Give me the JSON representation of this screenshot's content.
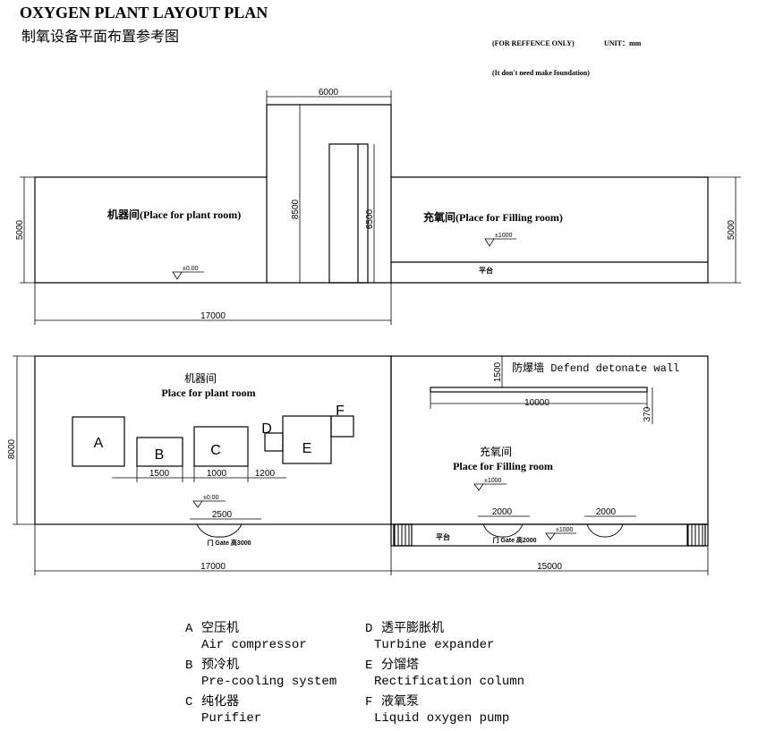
{
  "header": {
    "title_en": "OXYGEN PLANT LAYOUT PLAN",
    "title_cn": "制氧设备平面布置参考图",
    "note_reference": "(FOR REFFENCE ONLY)",
    "note_unit": "UNIT：mm",
    "note_foundation": "(It don't need make foundation)"
  },
  "elevation_view": {
    "dim_top_width": "6000",
    "dim_left_height": "5000",
    "dim_right_height": "5000",
    "dim_tower_outer": "8500",
    "dim_tower_inner": "6500",
    "dim_bottom_width": "17000",
    "plant_room_label": "机器间(Place for plant room)",
    "filling_room_label": "充氧间(Place for Filling room)",
    "level_plant": "±0.00",
    "level_filling": "±1000",
    "platform_label": "平台"
  },
  "plan_view": {
    "dim_left_height": "8000",
    "plant_room_label_cn": "机器间",
    "plant_room_label_en": "Place for plant room",
    "filling_room_label_cn": "充氧间",
    "filling_room_label_en": "Place for Filling room",
    "wall_label": "防爆墙 Defend detonate wall",
    "dim_wall_height": "1500",
    "dim_wall_length": "10000",
    "dim_wall_offset": "370",
    "equipment": {
      "a": "A",
      "b": "B",
      "c": "C",
      "d": "D",
      "e": "E",
      "f": "F"
    },
    "dim_b": "1500",
    "dim_c": "1000",
    "dim_gap": "1200",
    "level_plant": "±0.00",
    "level_filling_room": "±1000",
    "level_filling_gate": "±1000",
    "dim_gate_plant": "2500",
    "dim_gate_filling_1": "2000",
    "dim_gate_filling_2": "2000",
    "gate_label_plant": "门 Gate  高3000",
    "gate_label_filling": "门 Gate 高2000",
    "platform_label": "平台",
    "dim_bottom_left": "17000",
    "dim_bottom_right": "15000"
  },
  "legend": [
    {
      "code": "A",
      "name_cn": "空压机",
      "name_en": "Air compressor"
    },
    {
      "code": "B",
      "name_cn": "预冷机",
      "name_en": "Pre-cooling system"
    },
    {
      "code": "C",
      "name_cn": "纯化器",
      "name_en": "Purifier"
    },
    {
      "code": "D",
      "name_cn": "透平膨胀机",
      "name_en": "Turbine expander"
    },
    {
      "code": "E",
      "name_cn": "分馏塔",
      "name_en": "Rectification column"
    },
    {
      "code": "F",
      "name_cn": "液氧泵",
      "name_en": "Liquid oxygen pump"
    }
  ]
}
